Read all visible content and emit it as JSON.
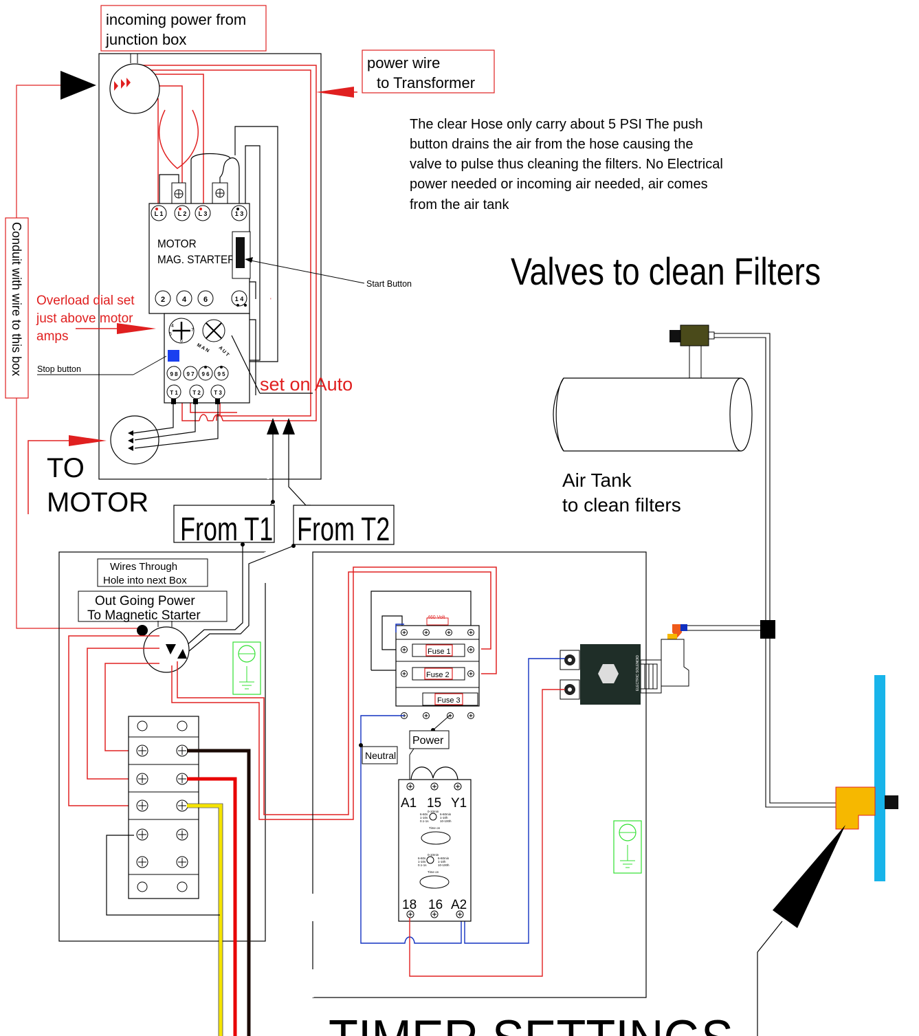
{
  "labels": {
    "incoming_power_1": "incoming power from",
    "incoming_power_2": "junction box",
    "power_wire_1": "power wire",
    "power_wire_2": "to Transformer",
    "note_lines": [
      "The clear Hose only carry about 5 PSI  The push",
      "button drains the air from the hose causing the",
      "valve to pulse thus cleaning the filters. No Electrical",
      "power needed or incoming air needed, air comes",
      "from the air tank"
    ],
    "valves_title": "Valves to clean Filters",
    "starter_1": "MOTOR",
    "starter_2": "MAG. STARTER",
    "start_button": "Start Button",
    "overload_1": "Overload dial set",
    "overload_2": "just above motor",
    "overload_3": "amps",
    "stop_button": "Stop button",
    "set_on_auto": "set on Auto",
    "to_motor_1": "TO",
    "to_motor_2": "MOTOR",
    "conduit": "Conduit with wire to this box",
    "air_tank_1": "Air Tank",
    "air_tank_2": "to clean filters",
    "from_t1": "From T1",
    "from_t2": "From T2",
    "wires_through_1": "Wires Through",
    "wires_through_2": "Hole into next Box",
    "outgoing_1": "Out Going Power",
    "outgoing_2": "To Magnetic Starter",
    "volt_460": "460 Volt",
    "fuse1": "Fuse 1",
    "fuse2": "Fuse 2",
    "fuse3": "Fuse 3",
    "power": "Power",
    "neutral": "Neutral",
    "solenoid": "ELECTRIC SOLENOID",
    "timer_settings": "TIMER SETTINGS"
  },
  "terminals": {
    "l1": "L 1",
    "l2": "L 2",
    "l3": "L 3",
    "t13": "1 3",
    "n2": "2",
    "n4": "4",
    "n6": "6",
    "n14": "1 4",
    "n98": "9 8",
    "n97": "9 7",
    "n96": "9 6",
    "n95": "9 5",
    "tt1": "T 1",
    "tt2": "T 2",
    "tt3": "T 3",
    "dial_man": "M A N",
    "dial_aut": "A U T",
    "dial_4": "4",
    "dial_5": "5",
    "dial_6": "6",
    "dial_7": "7"
  },
  "timer": {
    "a1": "A1",
    "t15": "15",
    "y1": "Y1",
    "t18": "18",
    "t16": "16",
    "a2": "A2",
    "range_a": "0-10min",
    "range_b": "6-60s",
    "range_c": "6-60min",
    "range_d": "1-10s",
    "range_e": "1-10h",
    "range_f": "0.1-1s",
    "range_g": "10-100h",
    "time_on": "Time on"
  },
  "colors": {
    "red_wire": "#e02020",
    "blue_wire": "#1030c0",
    "ground": "#30e030",
    "yellow_wire": "#f5e400",
    "blue_bar": "#18b4ea",
    "valve_yellow": "#f6b800",
    "solenoid_body": "#1f2e28",
    "valve_olive": "#4a4a1a"
  }
}
